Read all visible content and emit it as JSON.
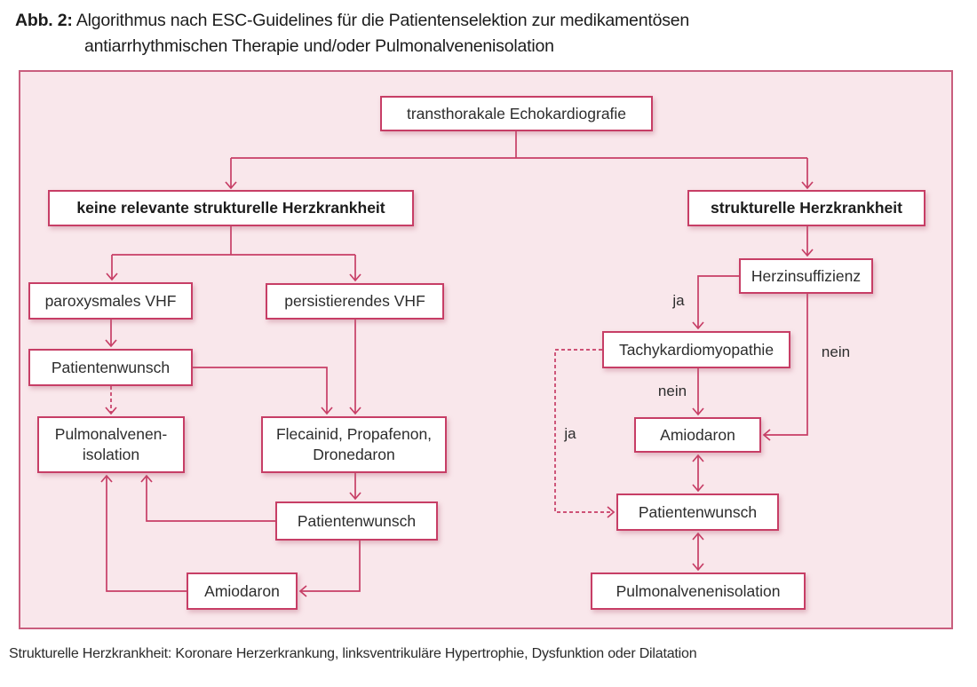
{
  "figure_caption": {
    "label": "Abb. 2:",
    "title": " Algorithmus nach ESC-Guidelines für die Patientenselektion zur medikamentösen",
    "title_line2": "antiarrhythmischen Therapie und/oder Pulmonalvenenisolation"
  },
  "footnote": "Strukturelle Herzkrankheit: Koronare Herzerkrankung, linksventrikuläre Hypertrophie, Dysfunktion oder Dilatation",
  "colors": {
    "accent": "#c73e66",
    "panel_bg": "#f9e7eb",
    "panel_border": "#c95e7e",
    "box_bg": "#ffffff",
    "text": "#2d2d2d"
  },
  "nodes": {
    "echo": "transthorakale Echokardiografie",
    "no_structural": "keine relevante strukturelle Herzkrankheit",
    "structural": "strukturelle Herzkrankheit",
    "paroxysmal_vhf": "paroxysmales VHF",
    "persistent_vhf": "persistierendes VHF",
    "patient_wish_left": "Patientenwunsch",
    "pvi_left": "Pulmonalvenen-\nisolation",
    "flecainid": "Flecainid, Propafenon,\nDronedaron",
    "patient_wish_mid": "Patientenwunsch",
    "amiodaron_left": "Amiodaron",
    "heart_failure": "Herzinsuffizienz",
    "tachymyopathy": "Tachykardiomyopathie",
    "amiodaron_right": "Amiodaron",
    "patient_wish_right": "Patientenwunsch",
    "pvi_right": "Pulmonalvenenisolation"
  },
  "edge_labels": {
    "ja_heart_failure": "ja",
    "nein_heart_failure": "nein",
    "nein_tachymyopathy": "nein",
    "ja_tachymyopathy": "ja"
  }
}
